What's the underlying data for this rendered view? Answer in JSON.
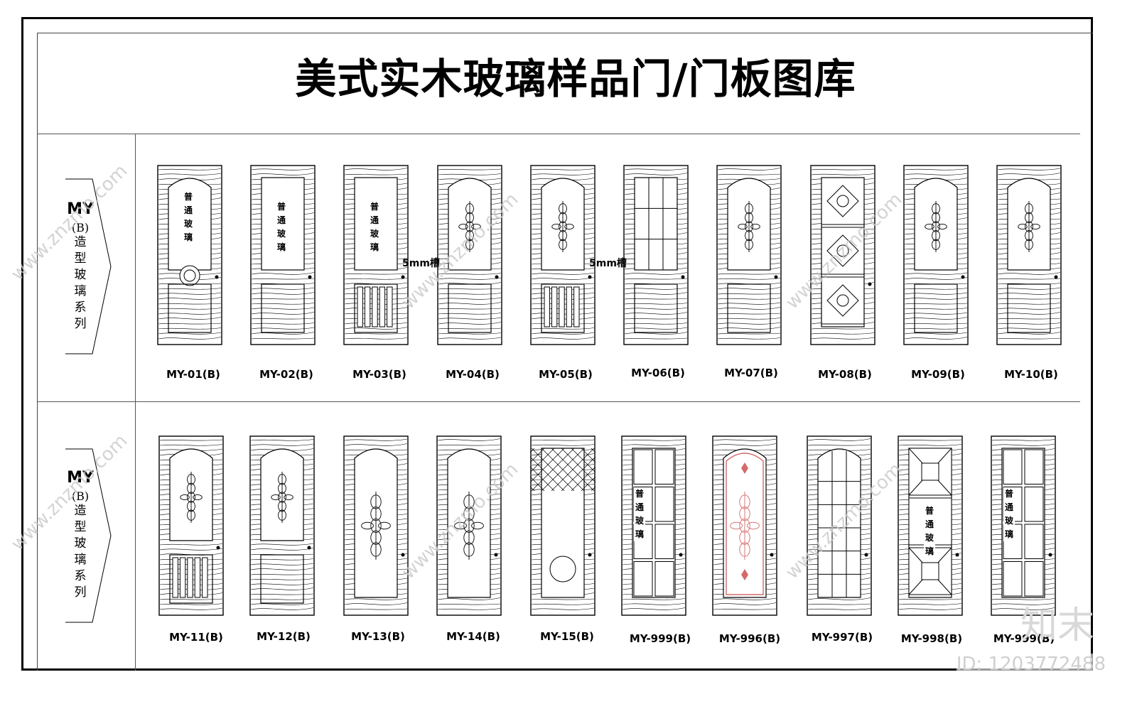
{
  "title": "美式实木玻璃样品门/门板图库",
  "series": [
    {
      "code": "MY",
      "sub": "(B)",
      "chars": [
        "造",
        "型",
        "玻",
        "璃",
        "系",
        "列"
      ]
    },
    {
      "code": "MY",
      "sub": "(B)",
      "chars": [
        "造",
        "型",
        "玻",
        "璃",
        "系",
        "列"
      ]
    }
  ],
  "glass_text": [
    "普",
    "通",
    "玻",
    "璃"
  ],
  "notes": [
    "5mm槽",
    "5mm槽"
  ],
  "row1": [
    {
      "label": "MY-01(B)",
      "style": "text-arch"
    },
    {
      "label": "MY-02(B)",
      "style": "text-plain"
    },
    {
      "label": "MY-03(B)",
      "style": "text-bars"
    },
    {
      "label": "MY-04(B)",
      "style": "ornament"
    },
    {
      "label": "MY-05(B)",
      "style": "ornament-bars"
    },
    {
      "label": "MY-06(B)",
      "style": "grid"
    },
    {
      "label": "MY-07(B)",
      "style": "ornament"
    },
    {
      "label": "MY-08(B)",
      "style": "diamond3"
    },
    {
      "label": "MY-09(B)",
      "style": "ornament"
    },
    {
      "label": "MY-10(B)",
      "style": "ornament"
    }
  ],
  "row2": [
    {
      "label": "MY-11(B)",
      "style": "ornament-bars"
    },
    {
      "label": "MY-12(B)",
      "style": "ornament"
    },
    {
      "label": "MY-13(B)",
      "style": "ornament-tall"
    },
    {
      "label": "MY-14(B)",
      "style": "ornament-tall"
    },
    {
      "label": "MY-15(B)",
      "style": "lattice"
    },
    {
      "label": "MY-999(B)",
      "style": "panes-text"
    },
    {
      "label": "MY-996(B)",
      "style": "ornament-red"
    },
    {
      "label": "MY-997(B)",
      "style": "arch-grid"
    },
    {
      "label": "MY-998(B)",
      "style": "cross-text"
    },
    {
      "label": "MY-999(B)",
      "style": "panes-text"
    }
  ],
  "watermark": "www.znzmo.com",
  "brand": "知末",
  "image_id": "ID: 1203772488",
  "colors": {
    "line": "#000000",
    "red_glass": "#d46a6a"
  }
}
